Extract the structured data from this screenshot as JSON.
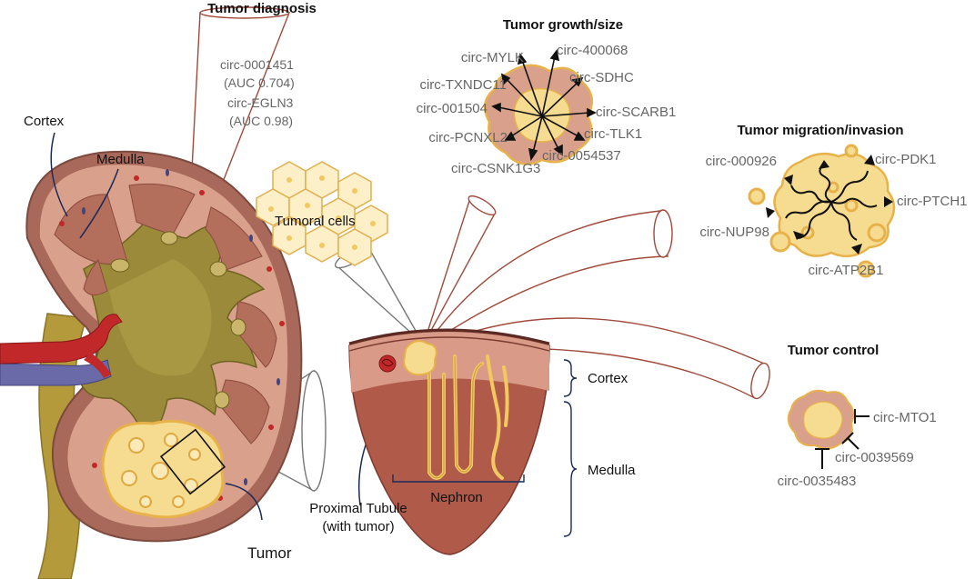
{
  "headings": {
    "diagnosis": "Tumor diagnosis",
    "growth": "Tumor growth/size",
    "migration": "Tumor migration/invasion",
    "control": "Tumor control"
  },
  "diagnosis_items": [
    "circ-0001451",
    "(AUC 0.704)",
    "circ-EGLN3",
    "(AUC 0.98)"
  ],
  "growth_items": [
    "circ-MYLK",
    "circ-400068",
    "circ-TXNDC11",
    "circ-SDHC",
    "circ-001504",
    "circ-SCARB1",
    "circ-PCNXL2",
    "circ-TLK1",
    "circ-0054537",
    "circ-CSNK1G3"
  ],
  "migration_items": [
    "circ-000926",
    "circ-PDK1",
    "circ-PTCH1",
    "circ-NUP98",
    "circ-ATP2B1"
  ],
  "control_items": [
    "circ-MTO1",
    "circ-0039569",
    "circ-0035483"
  ],
  "anatomy": {
    "cortex": "Cortex",
    "medulla": "Medulla",
    "tumoral_cells": "Tumoral cells",
    "tumor": "Tumor",
    "proximal_tubule_1": "Proximal Tubule",
    "proximal_tubule_2": "(with tumor)",
    "nephron": "Nephron",
    "section_cortex": "Cortex",
    "section_medulla": "Medulla"
  },
  "colors": {
    "kidney_outer": "#a8685a",
    "cortex": "#d9a08c",
    "pyramid": "#b36e5c",
    "pelvis": "#9a8a3a",
    "artery": "#c0282a",
    "vein": "#6a6aa8",
    "tumor_fill": "#f6dc90",
    "tumor_edge": "#e8b24a",
    "cone_line": "#a04a3a",
    "label_gray": "#666666"
  }
}
